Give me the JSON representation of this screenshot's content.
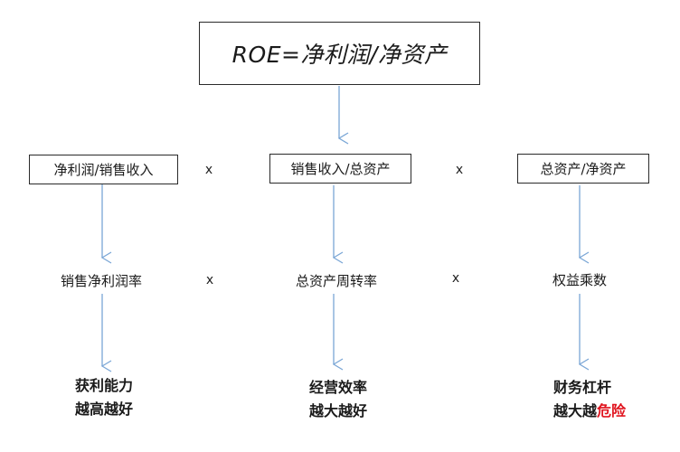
{
  "top": {
    "formula": "ROE=净利润/净资产"
  },
  "level1": [
    {
      "label": "净利润/销售收入"
    },
    {
      "label": "销售收入/总资产"
    },
    {
      "label": "总资产/净资产"
    }
  ],
  "level2": [
    {
      "label": "销售净利润率"
    },
    {
      "label": "总资产周转率"
    },
    {
      "label": "权益乘数"
    }
  ],
  "multiply_sign": "x",
  "outcomes": [
    {
      "line1": "获利能力",
      "line2": "越高越好"
    },
    {
      "line1": "经营效率",
      "line2": "越大越好"
    },
    {
      "line1": "财务杠杆",
      "line2_prefix": "越大越",
      "line2_highlight": "危险"
    }
  ],
  "colors": {
    "arrow": "#7aa6d6",
    "box_border": "#2a2a2a",
    "danger": "#e0141e"
  }
}
